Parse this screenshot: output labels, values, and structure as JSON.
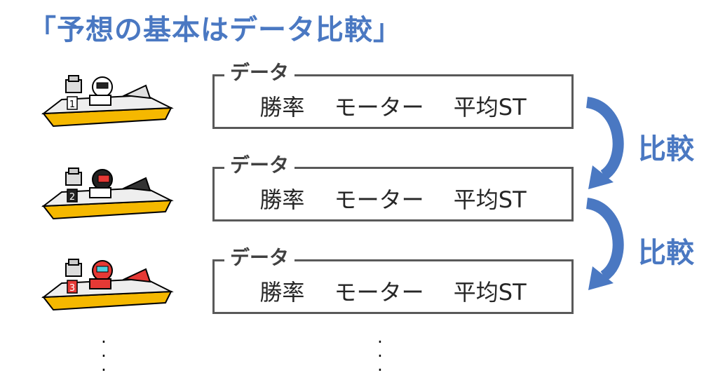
{
  "title": "「予想の基本はデータ比較」",
  "boats": [
    {
      "number": "1",
      "helmet": "#ffffff",
      "accent": "#e0e0e0"
    },
    {
      "number": "2",
      "helmet": "#222222",
      "accent": "#e53935"
    },
    {
      "number": "3",
      "helmet": "#e53935",
      "accent": "#e53935"
    }
  ],
  "data_boxes": [
    {
      "legend": "データ",
      "items": [
        "勝率",
        "モーター",
        "平均ST"
      ]
    },
    {
      "legend": "データ",
      "items": [
        "勝率",
        "モーター",
        "平均ST"
      ]
    },
    {
      "legend": "データ",
      "items": [
        "勝率",
        "モーター",
        "平均ST"
      ]
    }
  ],
  "comparisons": [
    {
      "label": "比較"
    },
    {
      "label": "比較"
    }
  ],
  "colors": {
    "accent": "#4a78c2",
    "hull": "#f5b800",
    "border": "#595959"
  }
}
